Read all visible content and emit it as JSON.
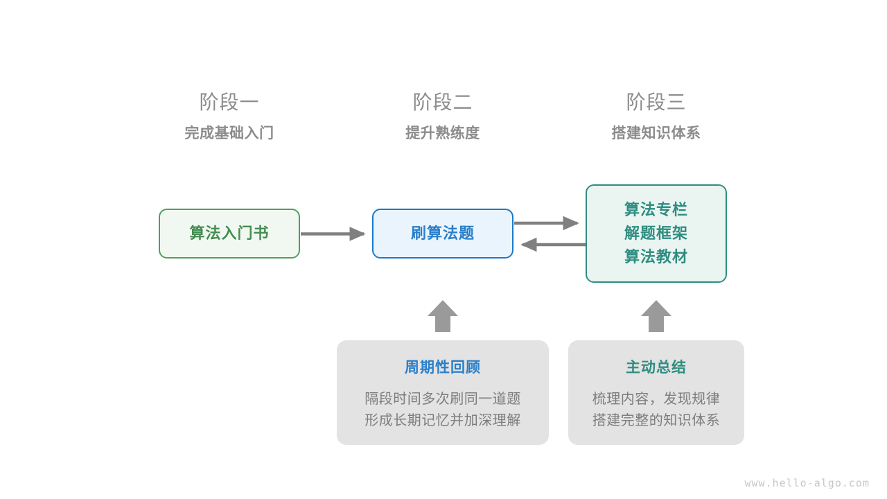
{
  "page": {
    "background": "#ffffff",
    "watermark": "www.hello-algo.com"
  },
  "colors": {
    "green": "#448c52",
    "green_border": "#539e5f",
    "green_fill": "#f1f8f1",
    "blue": "#2a7fc9",
    "blue_border": "#1a7ac8",
    "blue_fill": "#eaf4fd",
    "teal": "#2e8d80",
    "teal_fill": "#eaf5f2",
    "gray_text": "#8c8c8c",
    "card_bg": "#e3e3e3",
    "arrow": "#808080",
    "block_arrow": "#9a9a9a"
  },
  "stages": [
    {
      "title": "阶段一",
      "subtitle": "完成基础入门"
    },
    {
      "title": "阶段二",
      "subtitle": "提升熟练度"
    },
    {
      "title": "阶段三",
      "subtitle": "搭建知识体系"
    }
  ],
  "nodes": {
    "book": {
      "label": "算法入门书"
    },
    "practice": {
      "label": "刷算法题"
    },
    "system": {
      "lines": [
        "算法专栏",
        "解题框架",
        "算法教材"
      ]
    }
  },
  "cards": [
    {
      "title": "周期性回顾",
      "body_lines": [
        "隔段时间多次刷同一道题",
        "形成长期记忆并加深理解"
      ]
    },
    {
      "title": "主动总结",
      "body_lines": [
        "梳理内容，发现规律",
        "搭建完整的知识体系"
      ]
    }
  ],
  "arrows": [
    {
      "name": "book-to-practice",
      "direction": "right"
    },
    {
      "name": "practice-to-system",
      "direction": "right"
    },
    {
      "name": "system-to-practice",
      "direction": "left"
    },
    {
      "name": "review-to-practice",
      "direction": "up"
    },
    {
      "name": "summary-to-system",
      "direction": "up"
    }
  ]
}
